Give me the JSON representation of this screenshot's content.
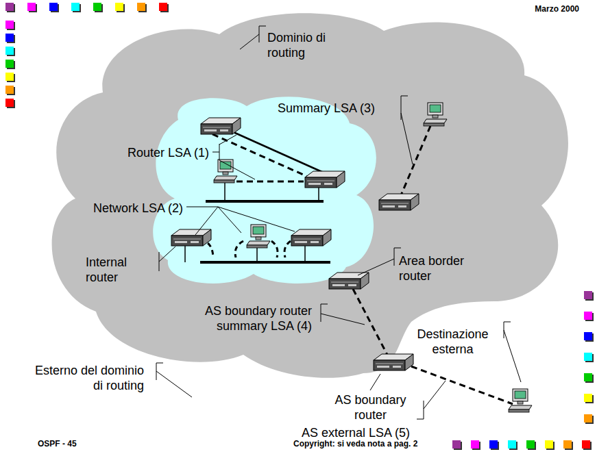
{
  "diagram": {
    "labels": [
      "Marzo 2000",
      "Dominio di routing",
      "Summary LSA (3)",
      "Router LSA (1)",
      "Network LSA (2)",
      "Internal router",
      "Area border router",
      "AS boundary router summary LSA (4)",
      "Destinazione esterna",
      "Esterno del dominio di routing",
      "AS boundary router",
      "AS external LSA (5)",
      "OSPF - 45",
      "Copyright: si veda nota a pag. 2"
    ]
  }
}
